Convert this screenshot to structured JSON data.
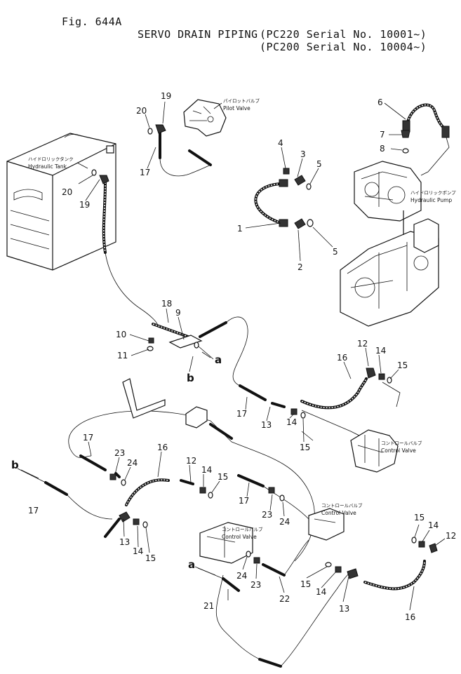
{
  "title": {
    "fig": "Fig. 644A",
    "name": "SERVO DRAIN PIPING",
    "serial1": "(PC200 Serial No. 10004~)",
    "serial2": "(PC220 Serial No. 10001~)"
  },
  "components": {
    "pilot_valve_jp": "パイロットバルブ",
    "pilot_valve": "Pilot Valve",
    "hydraulic_tank_jp": "ハイドロリックタンク",
    "hydraulic_tank": "Hydraulic Tank",
    "hydraulic_pump_jp": "ハイドロリックポンプ",
    "hydraulic_pump": "Hydraulic Pump",
    "control_valve_jp": "コントロールバルブ",
    "control_valve": "Control Valve"
  },
  "callouts": {
    "n1": "1",
    "n2": "2",
    "n3": "3",
    "n4": "4",
    "n5a": "5",
    "n5b": "5",
    "n6": "6",
    "n7": "7",
    "n8": "8",
    "n9": "9",
    "n10": "10",
    "n11": "11",
    "n12a": "12",
    "n12b": "12",
    "n12c": "12",
    "n13a": "13",
    "n13b": "13",
    "n13c": "13",
    "n14a": "14",
    "n14b": "14",
    "n14c": "14",
    "n14d": "14",
    "n14e": "14",
    "n15a": "15",
    "n15b": "15",
    "n15c": "15",
    "n15d": "15",
    "n15e": "15",
    "n15f": "15",
    "n16a": "16",
    "n16b": "16",
    "n16c": "16",
    "n17a": "17",
    "n17b": "17",
    "n17c": "17",
    "n17d": "17",
    "n17e": "17",
    "n18": "18",
    "n19a": "19",
    "n19b": "19",
    "n20a": "20",
    "n20b": "20",
    "n21": "21",
    "n22": "22",
    "n23a": "23",
    "n23b": "23",
    "n23c": "23",
    "n24a": "24",
    "n24b": "24",
    "n24c": "24"
  },
  "connectors": {
    "a1": "a",
    "a2": "a",
    "b1": "b",
    "b2": "b"
  }
}
